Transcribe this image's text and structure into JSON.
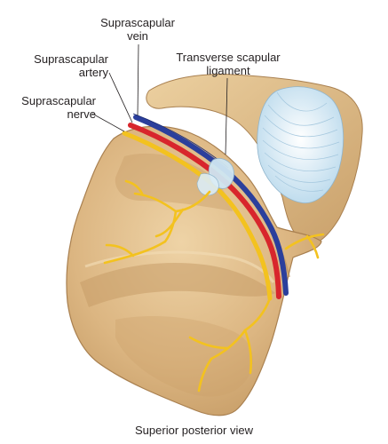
{
  "labels": {
    "vein": [
      "Suprascapular",
      "vein"
    ],
    "artery": [
      "Suprascapular",
      "artery"
    ],
    "nerve": [
      "Suprascapular",
      "nerve"
    ],
    "ligament": [
      "Transverse scapular",
      "ligament"
    ]
  },
  "caption": "Superior posterior view",
  "colors": {
    "bone": "#dcb682",
    "bone_shadow": "#b98d58",
    "bone_highlight": "#eed3a6",
    "vein": "#2b3f9c",
    "artery": "#d8262c",
    "nerve": "#f3c21f",
    "ligament": "#cfe6f3",
    "leader": "#231f20"
  },
  "icons": [
    "scapula-illustration",
    "joint-capsule-illustration"
  ]
}
